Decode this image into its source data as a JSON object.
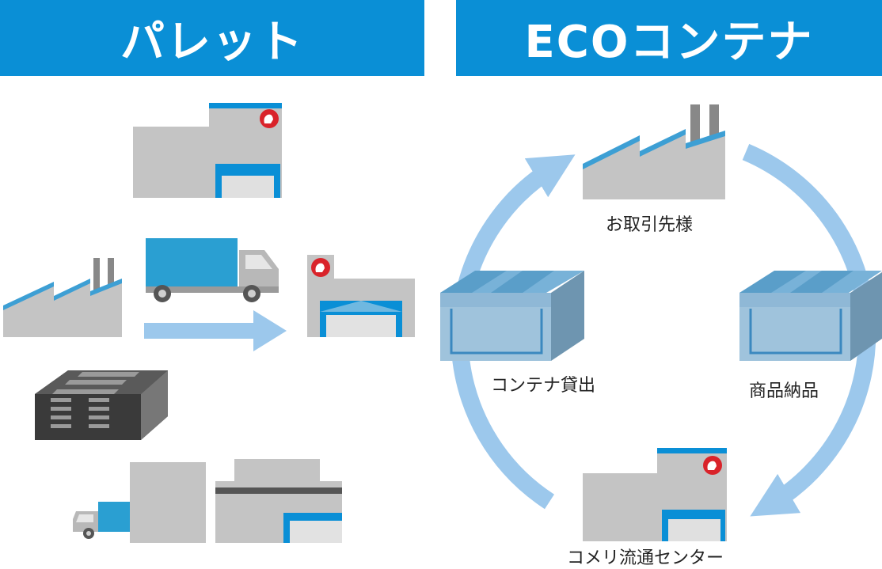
{
  "colors": {
    "brand_blue": "#0a8fd6",
    "arrow_blue": "#9cc8ec",
    "building_gray": "#c4c4c4",
    "container_blue": "#9fc3dc",
    "komeri_red": "#d9232a",
    "pallet_dark": "#3a3a3a"
  },
  "left_panel": {
    "title": "パレット",
    "icons": [
      "komeri-warehouse-icon",
      "factory-icon",
      "truck-icon",
      "flow-arrow-icon",
      "komeri-distribution-center-icon",
      "pallet-icon",
      "small-truck-icon",
      "store-building-icon"
    ]
  },
  "right_panel": {
    "title": "ECOコンテナ",
    "nodes": {
      "partner": "お取引先様",
      "rental": "コンテナ貸出",
      "delivery": "商品納品",
      "center": "コメリ流通センター"
    },
    "icons": [
      "factory-icon",
      "container-icon",
      "container-icon",
      "komeri-warehouse-icon",
      "cycle-arrow-icon"
    ]
  }
}
